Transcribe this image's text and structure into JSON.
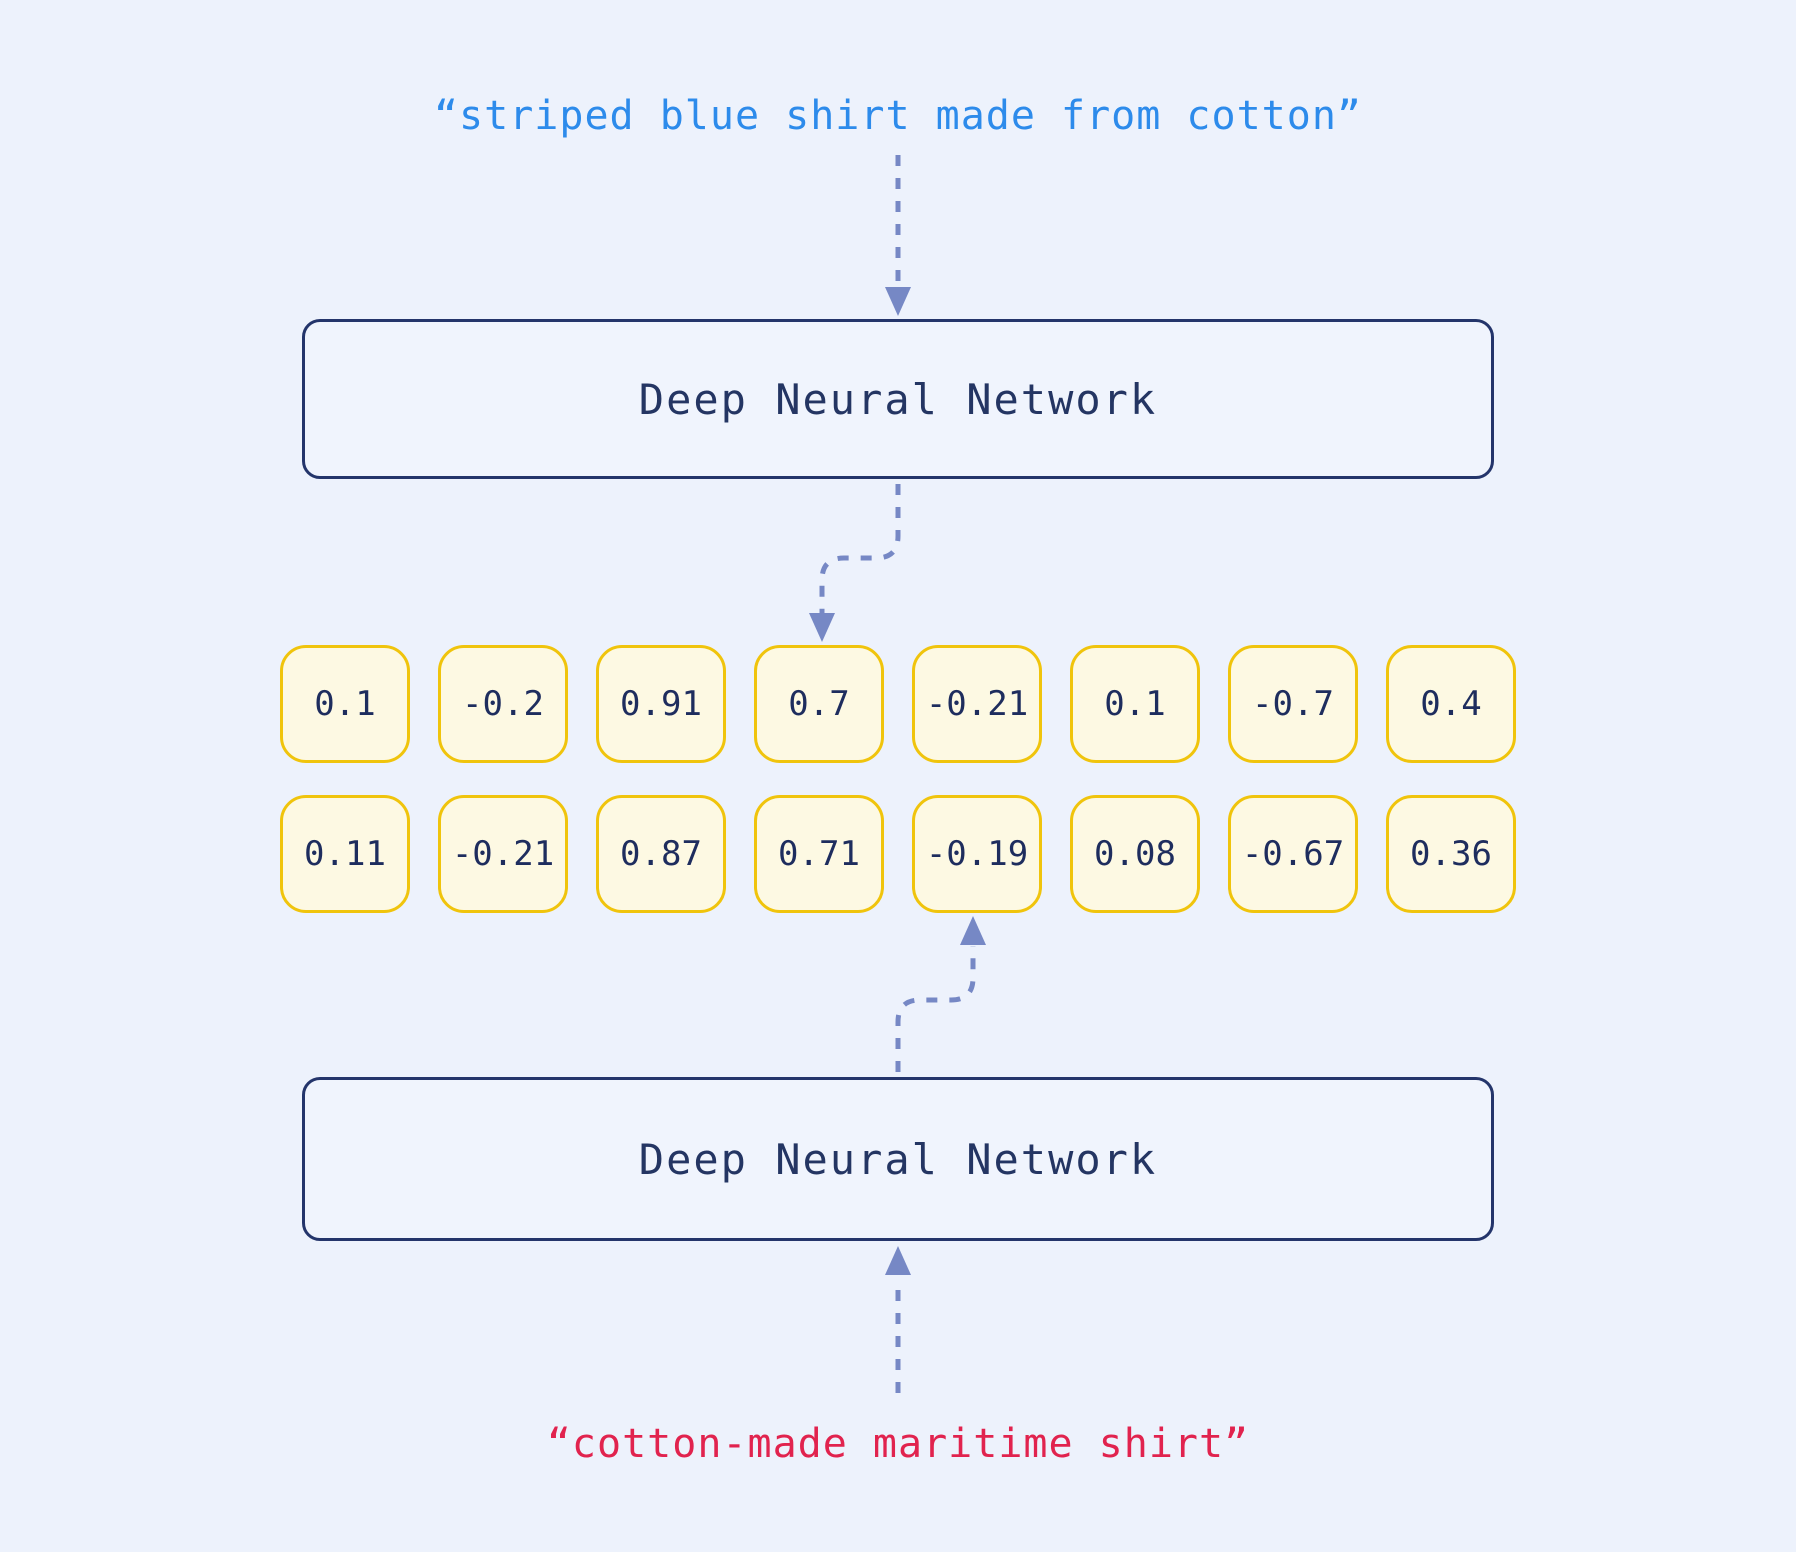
{
  "diagram": {
    "top_input": "“striped blue shirt made from cotton”",
    "bottom_input": "“cotton-made maritime shirt”",
    "encoder_top_label": "Deep Neural Network",
    "encoder_bottom_label": "Deep Neural Network",
    "vector_top": [
      "0.1",
      "-0.2",
      "0.91",
      "0.7",
      "-0.21",
      "0.1",
      "-0.7",
      "0.4"
    ],
    "vector_bottom": [
      "0.11",
      "-0.21",
      "0.87",
      "0.71",
      "-0.19",
      "0.08",
      "-0.67",
      "0.36"
    ],
    "colors": {
      "background": "#edf2fc",
      "top_input_text": "#2d8beb",
      "bottom_input_text": "#e1234e",
      "encoder_border": "#24356b",
      "encoder_fill": "#f0f4fd",
      "encoder_text": "#243563",
      "cell_border": "#f0c40c",
      "cell_fill": "#fdf9e3",
      "cell_text": "#1e2d5e",
      "arrow": "#7688c5"
    }
  }
}
